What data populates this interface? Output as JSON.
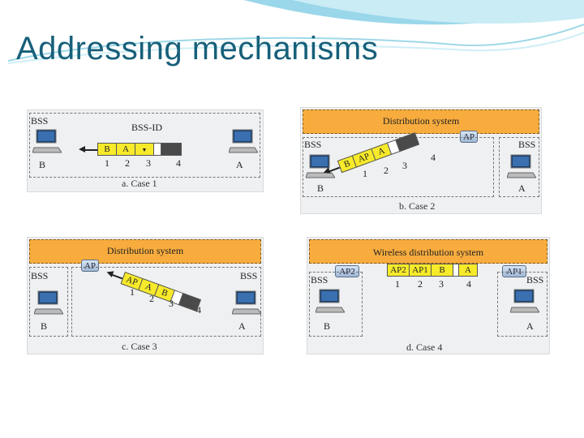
{
  "slide": {
    "title": "Addressing mechanisms"
  },
  "colors": {
    "title": "#17607a",
    "ds_bar": "#f8ac3e",
    "frame_cell": "#f6ea2a",
    "frame_dark": "#4a4a4a"
  },
  "case1": {
    "caption": "a. Case 1",
    "bss": "BSS",
    "bssid": "BSS-ID",
    "station_left": "B",
    "station_right": "A",
    "fields": [
      "B",
      "A",
      "",
      ""
    ],
    "numbers": [
      "1",
      "2",
      "3",
      "4"
    ]
  },
  "case2": {
    "caption": "b. Case 2",
    "ds": "Distribution system",
    "ap": "AP",
    "bss_left": "BSS",
    "bss_right": "BSS",
    "station_left": "B",
    "station_right": "A",
    "fields": [
      "B",
      "AP",
      "A",
      ""
    ],
    "numbers": [
      "1",
      "2",
      "3",
      "4"
    ]
  },
  "case3": {
    "caption": "c. Case 3",
    "ds": "Distribution system",
    "ap": "AP",
    "bss_left": "BSS",
    "bss_right": "BSS",
    "station_left": "B",
    "station_right": "A",
    "fields": [
      "AP",
      "A",
      "B",
      ""
    ],
    "numbers": [
      "1",
      "2",
      "3",
      "4"
    ]
  },
  "case4": {
    "caption": "d. Case 4",
    "ds": "Wireless distribution system",
    "ap_left": "AP2",
    "ap_right": "AP1",
    "bss_left": "BSS",
    "bss_right": "BSS",
    "station_left": "B",
    "station_right": "A",
    "fields": [
      "AP2",
      "AP1",
      "B",
      "A"
    ],
    "numbers": [
      "1",
      "2",
      "3",
      "4"
    ]
  }
}
